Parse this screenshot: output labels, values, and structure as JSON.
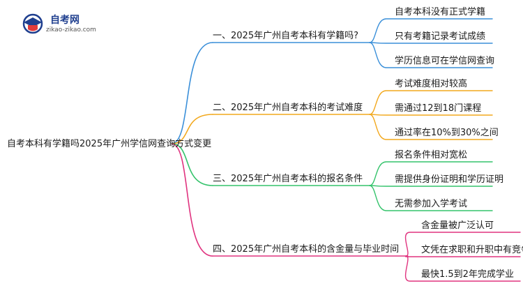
{
  "logo": {
    "title": "自考网",
    "url": "zikao-zikao.com",
    "colors": {
      "primary": "#1f3f8f",
      "accent": "#e23b3b"
    }
  },
  "root": "自考本科有学籍吗2025年广州学信网查询方式变更",
  "branches": [
    {
      "label": "一、2025年广州自考本科有学籍吗?",
      "color": "#3a8fd9",
      "children": [
        "自考本科没有正式学籍",
        "只有考籍记录考试成绩",
        "学历信息可在学信网查询"
      ]
    },
    {
      "label": "二、2025年广州自考本科的考试难度",
      "color": "#f2a81d",
      "children": [
        "考试难度相对较高",
        "需通过12到18门课程",
        "通过率在10%到30%之间"
      ]
    },
    {
      "label": "三、2025年广州自考本科的报名条件",
      "color": "#34c36b",
      "children": [
        "报名条件相对宽松",
        "需提供身份证明和学历证明",
        "无需参加入学考试"
      ]
    },
    {
      "label": "四、2025年广州自考本科的含金量与毕业时间",
      "color": "#e0337f",
      "children": [
        "含金量被广泛认可",
        "文凭在求职和升职中有竞争力",
        "最快1.5到2年完成学业"
      ]
    }
  ]
}
